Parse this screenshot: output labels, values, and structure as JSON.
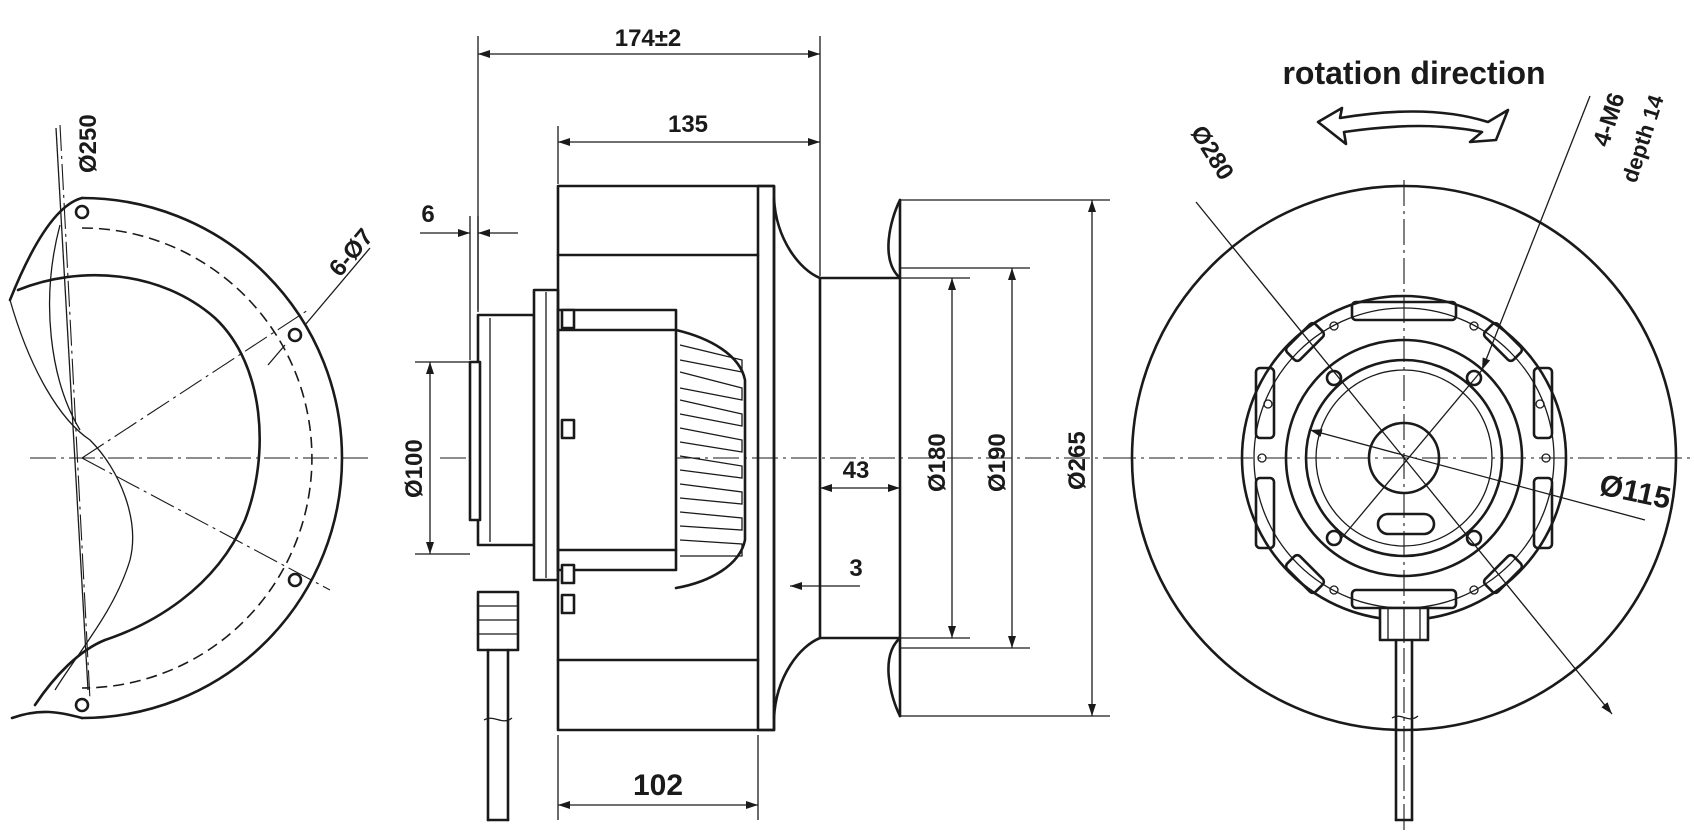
{
  "labels": {
    "rotation_direction": "rotation direction",
    "overall_length": "174±2",
    "impeller_height": "135",
    "flange_thickness": "6",
    "diameter_250": "Ø250",
    "mounting_holes": "6-Ø7",
    "diameter_100": "Ø100",
    "inlet_depth": "43",
    "diameter_180": "Ø180",
    "diameter_190": "Ø190",
    "diameter_265": "Ø265",
    "gap": "3",
    "motor_length": "102",
    "diameter_280": "Ø280",
    "thread_holes": "4-M6",
    "thread_depth": "depth 14",
    "diameter_115": "Ø115"
  }
}
